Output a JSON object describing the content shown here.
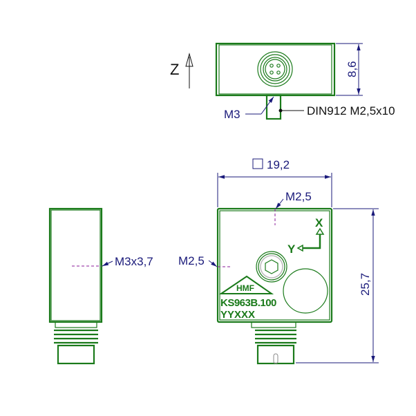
{
  "top_view": {
    "axis_label": "Z",
    "height_dim": "8,6",
    "thread_label": "M3",
    "screw_label": "DIN912 M2,5x10"
  },
  "front_view": {
    "width_dim": "19,2",
    "height_dim": "25,7",
    "top_thread": "M2,5",
    "side_thread": "M2,5",
    "axis_x": "X",
    "axis_y": "Y",
    "logo": "HMF",
    "model": "KS963B.100",
    "serial": "YYXXX"
  },
  "side_view": {
    "thread_label": "M3x3,7"
  }
}
